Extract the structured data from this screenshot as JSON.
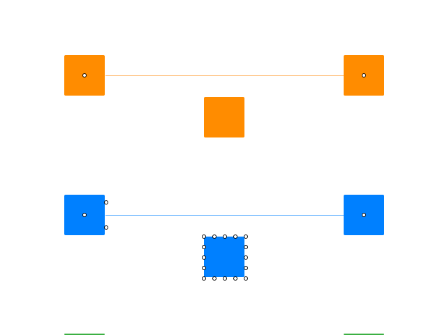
{
  "colors": {
    "orange": "#ff8c00",
    "orange_edge": "#ffb566",
    "blue": "#0080ff",
    "blue_edge": "#66b3ff",
    "green": "#3cb043",
    "handle_border": "#000000",
    "handle_fill": "#ffffff"
  },
  "rows": [
    {
      "id": "orange",
      "color": "orange",
      "connected": true
    },
    {
      "id": "blue",
      "color": "blue",
      "connected": true,
      "selected_node": "middle"
    },
    {
      "id": "green",
      "color": "green",
      "partially_visible": true
    }
  ]
}
